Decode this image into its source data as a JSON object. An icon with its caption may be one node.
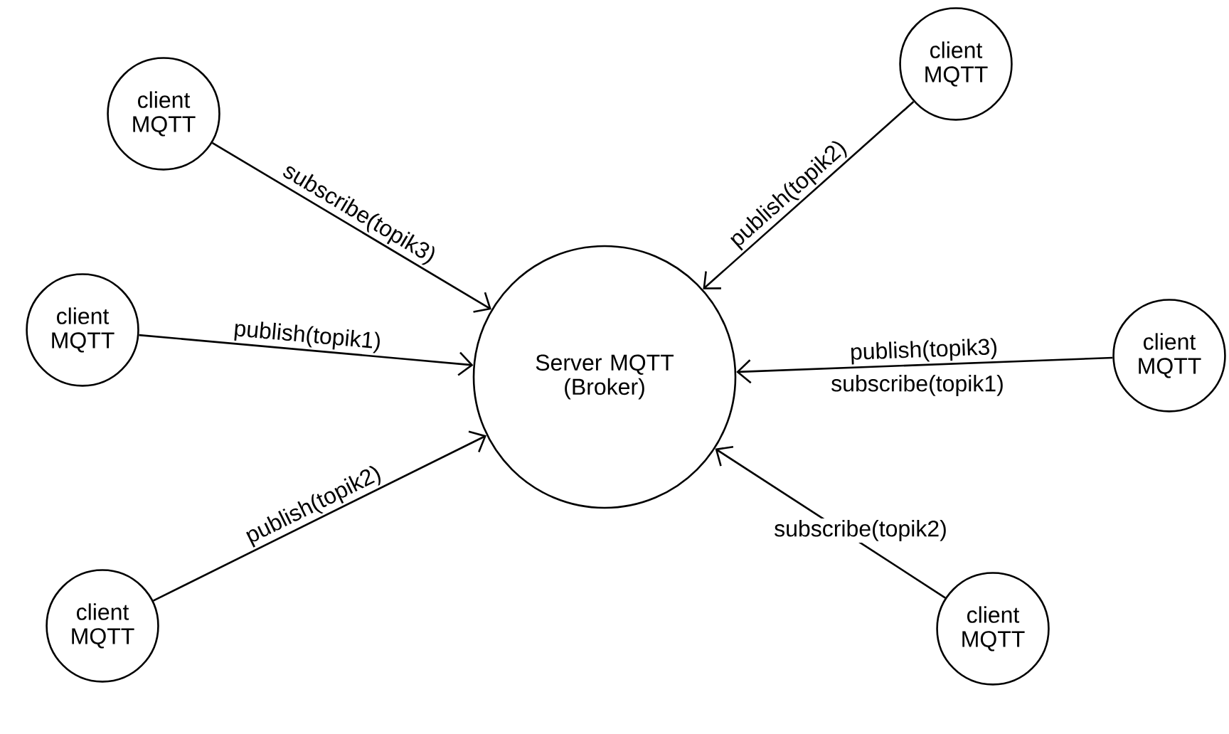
{
  "diagram": {
    "nodes": [
      {
        "text": [
          "Server MQTT (Broker)"
        ]
      },
      {
        "text": [
          "client MQTT"
        ]
      },
      {
        "text": [
          "client MQTT"
        ]
      },
      {
        "text": [
          "client MQTT"
        ]
      },
      {
        "text": [
          "client MQTT"
        ]
      },
      {
        "text": [
          "client MQTT"
        ]
      },
      {
        "text": [
          "client MQTT"
        ]
      }
    ],
    "edges": [
      {
        "from": 1,
        "to": 0,
        "arrow": "to",
        "label": "subscribe(topik3)"
      },
      {
        "from": 2,
        "to": 0,
        "arrow": "to",
        "label": "publish(topik2)"
      },
      {
        "from": 3,
        "to": 0,
        "arrow": "to",
        "label": "publish(topik1)"
      },
      {
        "from": 4,
        "to": 0,
        "arrow": "to",
        "label": "publish(topik3)"
      },
      {
        "from": 5,
        "to": 0,
        "arrow": "to",
        "label": "publish(topik2)"
      },
      {
        "from": 6,
        "to": 0,
        "arrow": "to",
        "label": "subscribe(topik2)"
      }
    ],
    "labels": [
      "subscribe(topik1)"
    ]
  }
}
